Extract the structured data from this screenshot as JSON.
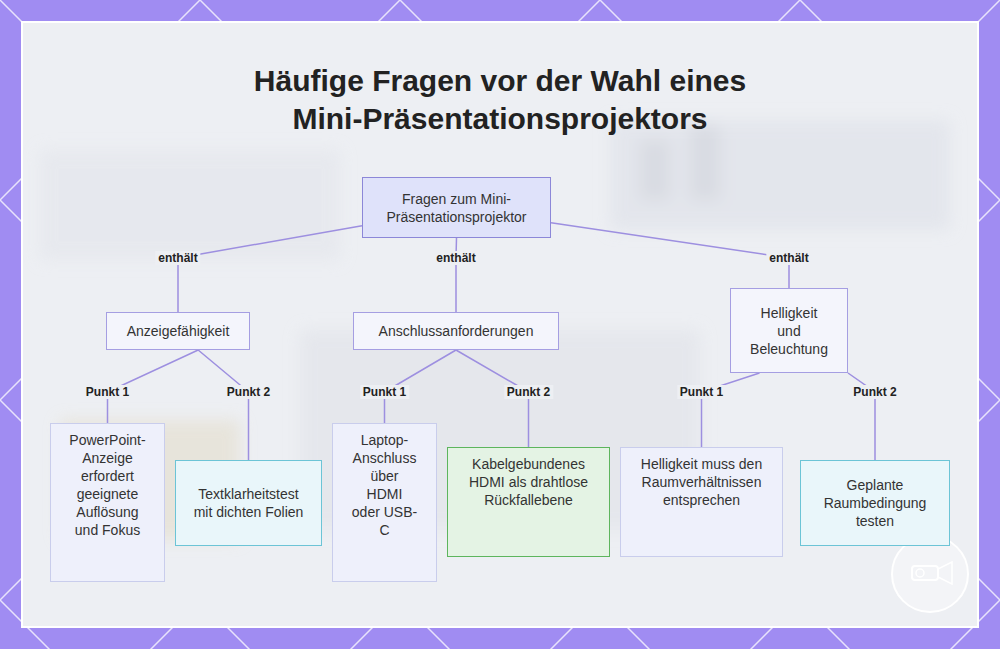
{
  "diagram": {
    "title": "Häufige Fragen vor der Wahl eines Mini-Präsentationsprojektors",
    "nodes": [
      {
        "text": [
          "Fragen zum Mini-Präsentationsprojektor"
        ]
      },
      {
        "text": [
          "Anzeigefähigkeit"
        ]
      },
      {
        "text": [
          "Anschlussanforderungen"
        ]
      },
      {
        "text": [
          "Helligkeit und Beleuchtung"
        ]
      },
      {
        "text": [
          "PowerPoint-Anzeige erfordert geeignete Auflösung und Fokus"
        ]
      },
      {
        "text": [
          "Textklarheitstest mit dichten Folien"
        ]
      },
      {
        "text": [
          "Laptop-Anschluss über HDMI oder USB-C"
        ]
      },
      {
        "text": [
          "Kabelgebundenes HDMI als drahtlose Rückfallebene"
        ]
      },
      {
        "text": [
          "Helligkeit muss den Raumverhältnissen entsprechen"
        ]
      },
      {
        "text": [
          "Geplante Raumbedingung testen"
        ]
      }
    ],
    "edges": [
      {
        "from": 0,
        "to": 1,
        "label": "enthält",
        "arrow": "none"
      },
      {
        "from": 0,
        "to": 2,
        "label": "enthält",
        "arrow": "none"
      },
      {
        "from": 0,
        "to": 3,
        "label": "enthält",
        "arrow": "none"
      },
      {
        "from": 1,
        "to": 4,
        "label": "Punkt 1",
        "arrow": "none"
      },
      {
        "from": 1,
        "to": 5,
        "label": "Punkt 2",
        "arrow": "none"
      },
      {
        "from": 2,
        "to": 6,
        "label": "Punkt 1",
        "arrow": "none"
      },
      {
        "from": 2,
        "to": 7,
        "label": "Punkt 2",
        "arrow": "none"
      },
      {
        "from": 3,
        "to": 8,
        "label": "Punkt 1",
        "arrow": "none"
      },
      {
        "from": 3,
        "to": 9,
        "label": "Punkt 2",
        "arrow": "none"
      }
    ]
  }
}
